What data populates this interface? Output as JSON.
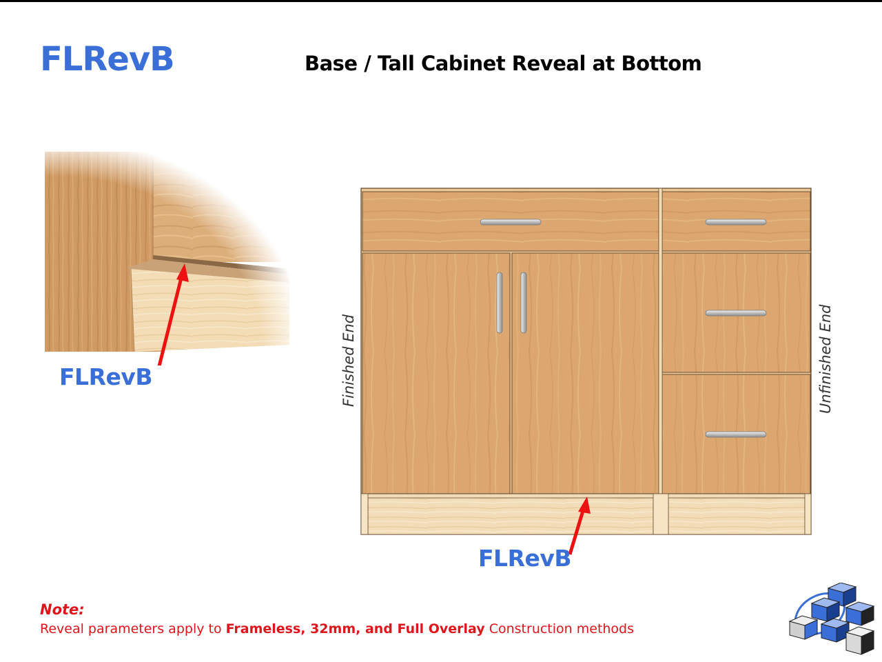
{
  "header": {
    "title": "FLRevB",
    "subtitle": "Base / Tall Cabinet Reveal at Bottom"
  },
  "detail": {
    "label": "FLRevB"
  },
  "cabinet": {
    "label": "FLRevB",
    "left_end_label": "Finished End",
    "right_end_label": "Unfinished End"
  },
  "note": {
    "title": "Note:",
    "prefix": "Reveal parameters apply to ",
    "emphasis": "Frameless, 32mm, and Full Overlay",
    "suffix": " Construction methods"
  },
  "colors": {
    "accent_blue": "#3a6fd8",
    "arrow_red": "#ee1111",
    "note_red": "#e0141b",
    "wood_oak": "#dba66f",
    "wood_toe": "#f3ddb9"
  },
  "icons": [
    "logo-cubes-icon"
  ]
}
